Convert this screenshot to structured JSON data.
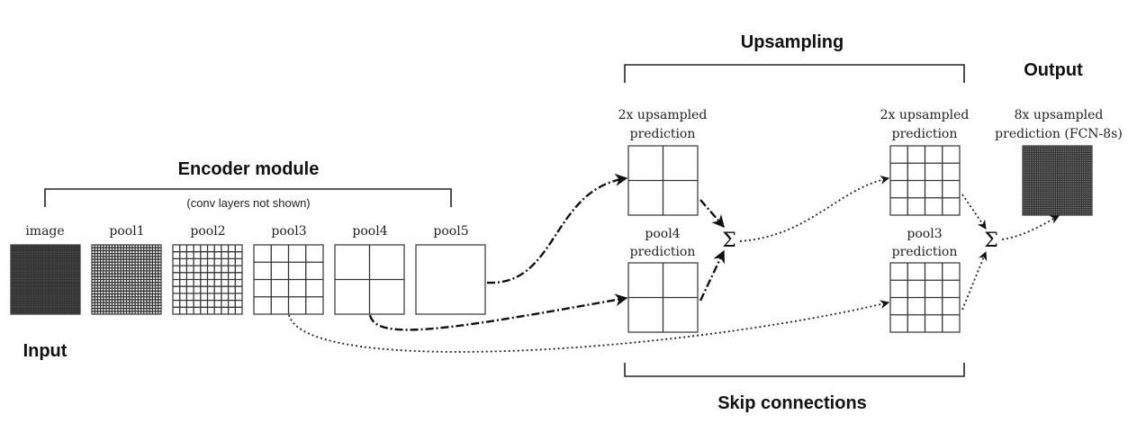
{
  "headers": {
    "encoder": "Encoder module",
    "encoder_note": "(conv layers not shown)",
    "upsampling": "Upsampling",
    "output": "Output",
    "skip": "Skip connections",
    "input": "Input"
  },
  "encoder_layers": [
    {
      "label": "image",
      "cells": 48
    },
    {
      "label": "pool1",
      "cells": 24
    },
    {
      "label": "pool2",
      "cells": 10
    },
    {
      "label": "pool3",
      "cells": 4
    },
    {
      "label": "pool4",
      "cells": 2
    },
    {
      "label": "pool5",
      "cells": 1
    }
  ],
  "predictions": {
    "up2x_a": {
      "line1": "2x upsampled",
      "line2": "prediction",
      "cells": 2
    },
    "pool4_pred": {
      "line1": "pool4",
      "line2": "prediction",
      "cells": 2
    },
    "up2x_b": {
      "line1": "2x upsampled",
      "line2": "prediction",
      "cells": 4
    },
    "pool3_pred": {
      "line1": "pool3",
      "line2": "prediction",
      "cells": 4
    },
    "output": {
      "line1": "8x upsampled",
      "line2": "prediction (FCN-8s)",
      "cells": 40
    }
  },
  "sum_symbol": "Σ"
}
